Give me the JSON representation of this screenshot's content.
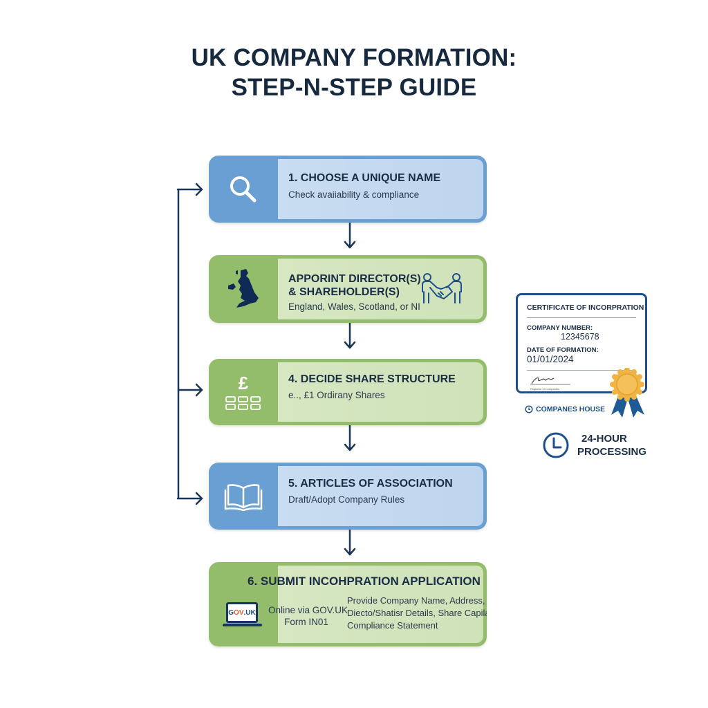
{
  "title": {
    "line1": "UK COMPANY FORMATION:",
    "line2": "STEP-N-STEP GUIDE"
  },
  "colors": {
    "blue_step": "#6a9fd3",
    "green_step": "#94bd6b",
    "navy": "#1d4f8c",
    "dark_text": "#17293f",
    "seal_gold": "#f2b441"
  },
  "steps": [
    {
      "color": "blue",
      "icon": "search-icon",
      "title": "1. CHOOSE A UNIQUE NAME",
      "subtitle": "Check avaiiability & compliance"
    },
    {
      "color": "green",
      "icon": "uk-map-icon",
      "icon_right": "handshake-icon",
      "title_line1": "APPORINT DIRECTOR(S)",
      "title_line2": "& SHAREHOLDER(S)",
      "subtitle": "England, Wales, Scotland, or NI"
    },
    {
      "color": "green",
      "icon": "pound-shares-icon",
      "icon_glyph": "£",
      "title": "4. DECIDE SHARE STRUCTURE",
      "subtitle": "e.., £1 Ordirany Shares"
    },
    {
      "color": "blue",
      "icon": "book-icon",
      "title": "5. ARTICLES OF ASSOCIATION",
      "subtitle": "Draft/Adopt Company Rules"
    },
    {
      "color": "green",
      "icon": "laptop-govuk-icon",
      "laptop_text_prefix": "G",
      "laptop_text_accent": "OV",
      "laptop_text_suffix": ".UK",
      "title": "6. SUBMIT INCOHPRATION APPLICATION",
      "left_line1": "Online via GOV.UK",
      "left_line2": "Form IN01",
      "right_line1": "Provide Company Name, Address,",
      "right_line2": "Diecto/Shatisr Details, Share Capilal,",
      "right_line3": "Compliance Statement"
    }
  ],
  "certificate": {
    "title": "CERTIFICATE OF INCORPRATION",
    "company_number_label": "COMPANY NUMBER:",
    "company_number": "12345678",
    "date_label": "DATE OF FORMATION:",
    "date": "01/01/2024",
    "signature_caption": "Registrar of Companies",
    "issuer": "COMPANES HOUSE"
  },
  "processing": {
    "line1": "24-HOUR",
    "line2": "PROCESSING"
  }
}
